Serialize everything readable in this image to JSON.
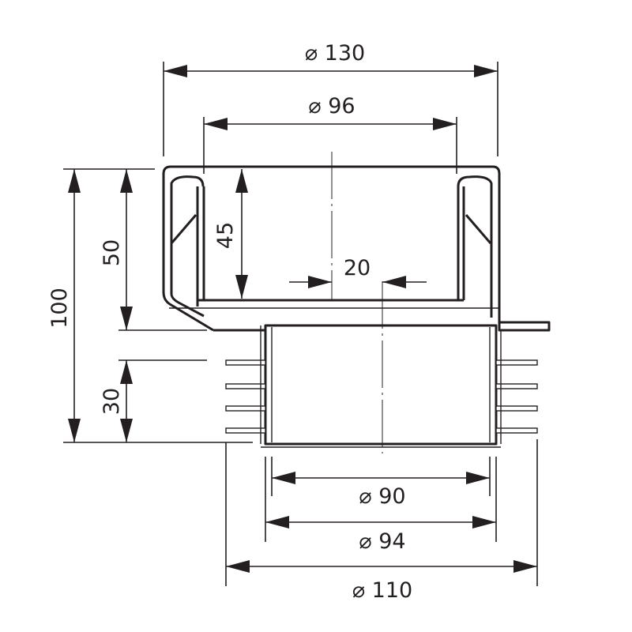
{
  "dimensions": {
    "d130": "⌀ 130",
    "d96": "⌀ 96",
    "h45": "45",
    "w20": "20",
    "h50": "50",
    "h100": "100",
    "h30": "30",
    "d90": "⌀ 90",
    "d94": "⌀ 94",
    "d110": "⌀ 110"
  },
  "colors": {
    "line": "#231f20",
    "background": "#ffffff"
  }
}
